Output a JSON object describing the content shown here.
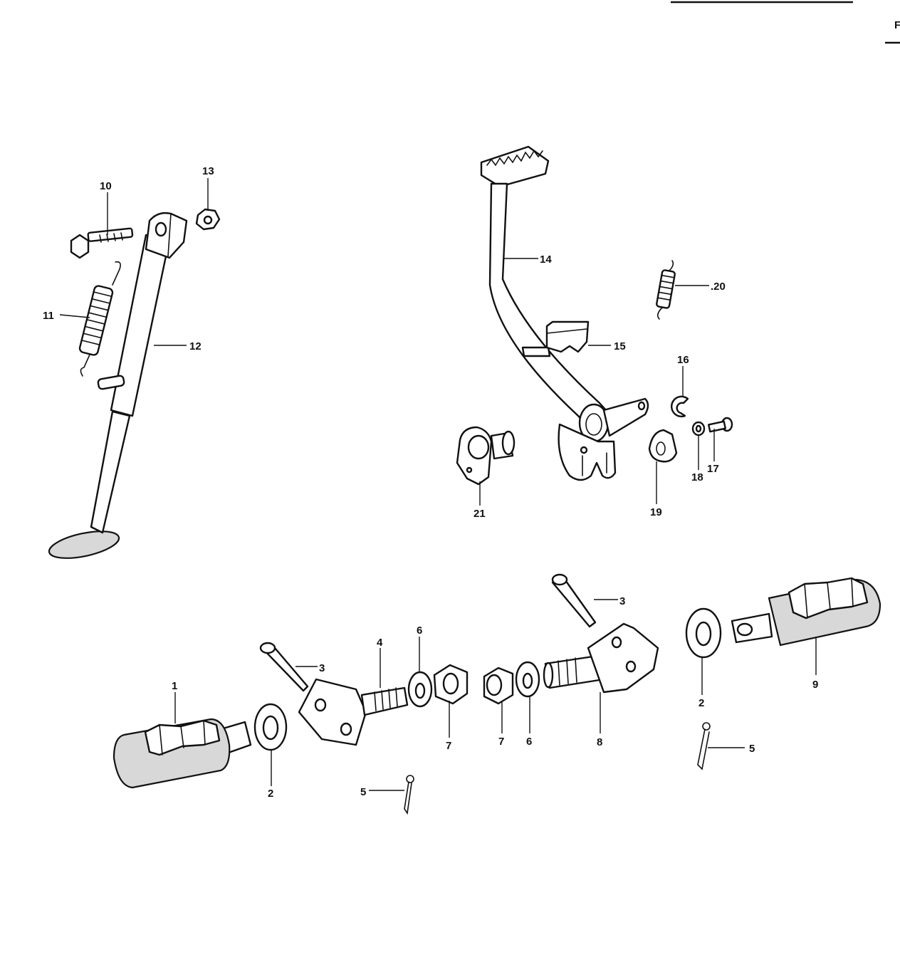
{
  "corner_mark": "F",
  "callouts": {
    "c1": "1",
    "c2a": "2",
    "c2b": "2",
    "c3a": "3",
    "c3b": "3",
    "c4": "4",
    "c5a": "5",
    "c5b": "5",
    "c6a": "6",
    "c6b": "6",
    "c7a": "7",
    "c7b": "7",
    "c8": "8",
    "c9": "9",
    "c10": "10",
    "c11": "11",
    "c12": "12",
    "c13": "13",
    "c14": "14",
    "c15": "15",
    "c16": "16",
    "c17": "17",
    "c18": "18",
    "c19": "19",
    "c20": ".20",
    "c21": "21"
  }
}
